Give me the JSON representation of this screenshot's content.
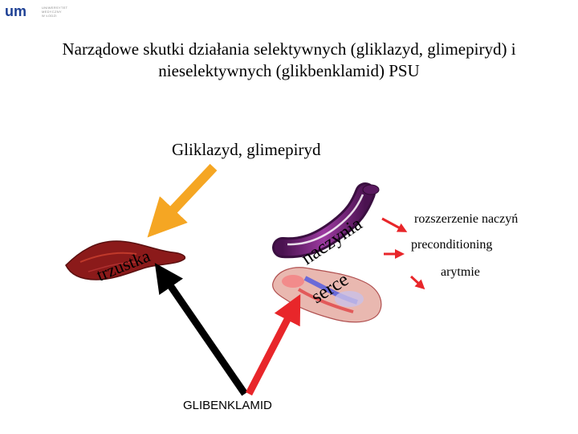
{
  "logo": {
    "mark": "um",
    "lines": [
      "UNIWERSYTET",
      "MEDYCZNY",
      "W ŁODZI"
    ]
  },
  "title": "Narządowe skutki działania selektywnych (gliklazyd, glimepiryd) i nieselektywnych (glikbenklamid) PSU",
  "selective_label": "Gliklazyd, glimepiryd",
  "nonselective_label": "GLIBENKLAMID",
  "organs": {
    "pancreas": "trzustka",
    "vessels": "naczynia",
    "heart": "serce"
  },
  "effects": [
    "rozszerzenie naczyń",
    "preconditioning",
    "arytmie"
  ],
  "colors": {
    "orange_arrow": "#F5A623",
    "black_arrow": "#000000",
    "red_arrow": "#E8262A",
    "vessel": "#6B1F6B",
    "pancreas": "#8B1A1A"
  }
}
